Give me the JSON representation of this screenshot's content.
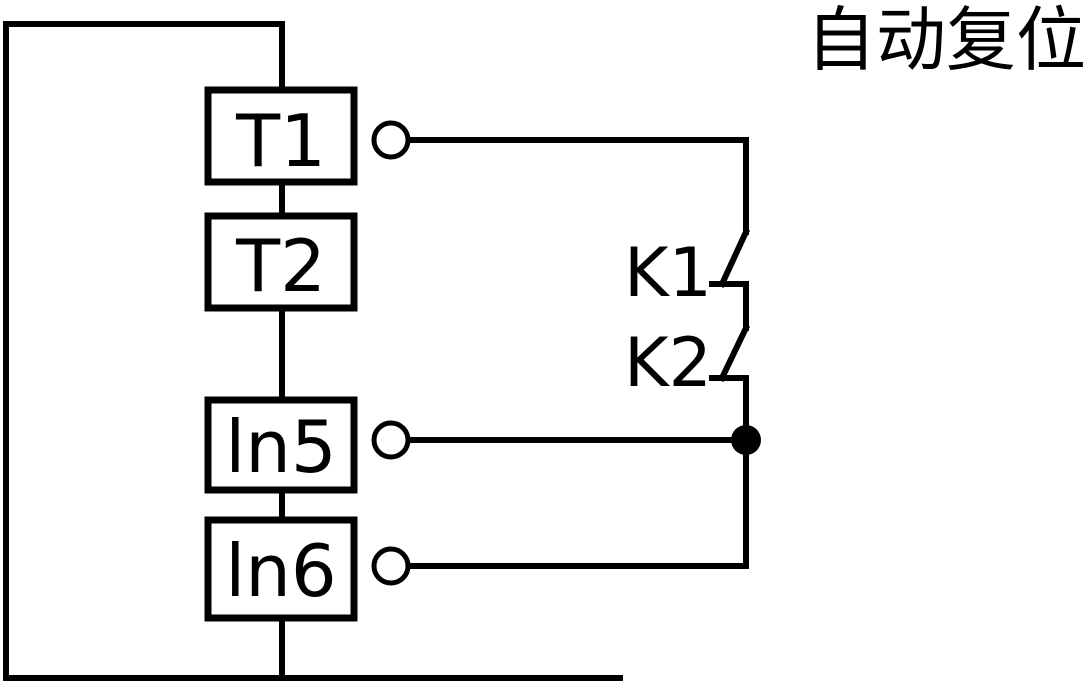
{
  "title": "自动复位",
  "terminals": [
    {
      "label": "T1"
    },
    {
      "label": "T2"
    },
    {
      "label": "ln5"
    },
    {
      "label": "ln6"
    }
  ],
  "switches": [
    {
      "label": "K1"
    },
    {
      "label": "K2"
    }
  ]
}
